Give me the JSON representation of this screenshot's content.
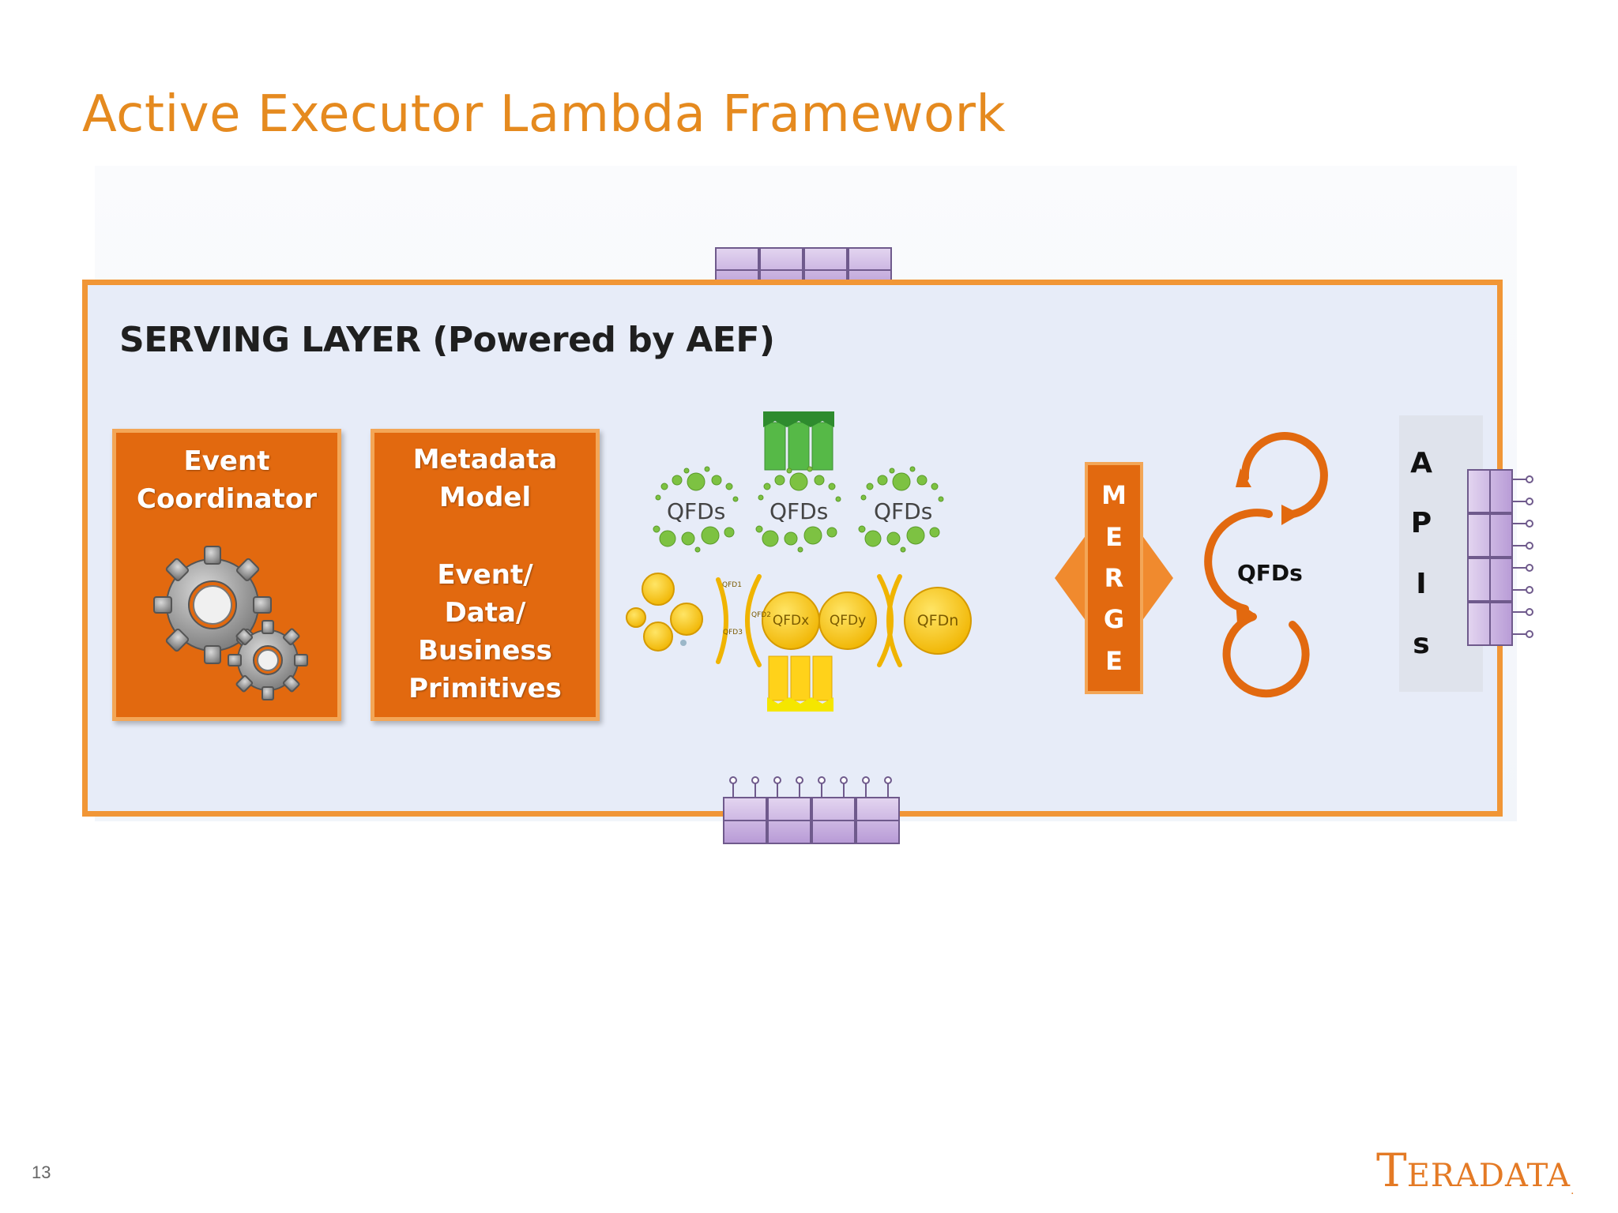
{
  "title": "Active Executor Lambda Framework",
  "serving_layer": {
    "label": "SERVING  LAYER (Powered by AEF)"
  },
  "event_coordinator": {
    "line1": "Event",
    "line2": "Coordinator",
    "icon": "gears-icon"
  },
  "metadata_model": {
    "line1": "Metadata",
    "line2": "Model",
    "line3": "Event/",
    "line4": "Data/",
    "line5": "Business",
    "line6": "Primitives"
  },
  "qfd_clusters": [
    "QFDs",
    "QFDs",
    "QFDs"
  ],
  "qfd_coins": {
    "small": [
      "QFD1",
      "QFD2",
      "QFD3"
    ],
    "x": "QFDx",
    "y": "QFDy",
    "n": "QFDn"
  },
  "merge": {
    "letters": [
      "M",
      "E",
      "R",
      "G",
      "E"
    ]
  },
  "cycle": {
    "label": "QFDs"
  },
  "apis": {
    "letters": [
      "A",
      "P",
      "I",
      "s"
    ]
  },
  "footer": {
    "page_number": "13",
    "logo_first": "T",
    "logo_rest": "ERADATA",
    "logo_mark": "."
  },
  "colors": {
    "title": "#e58a1f",
    "box_orange": "#e2690f",
    "border_orange": "#f19636",
    "panel_blue": "#e7ecf8",
    "queue_purple": "#cbb4e0",
    "qfd_green": "#7dc242",
    "coin_yellow": "#f6c21c"
  }
}
